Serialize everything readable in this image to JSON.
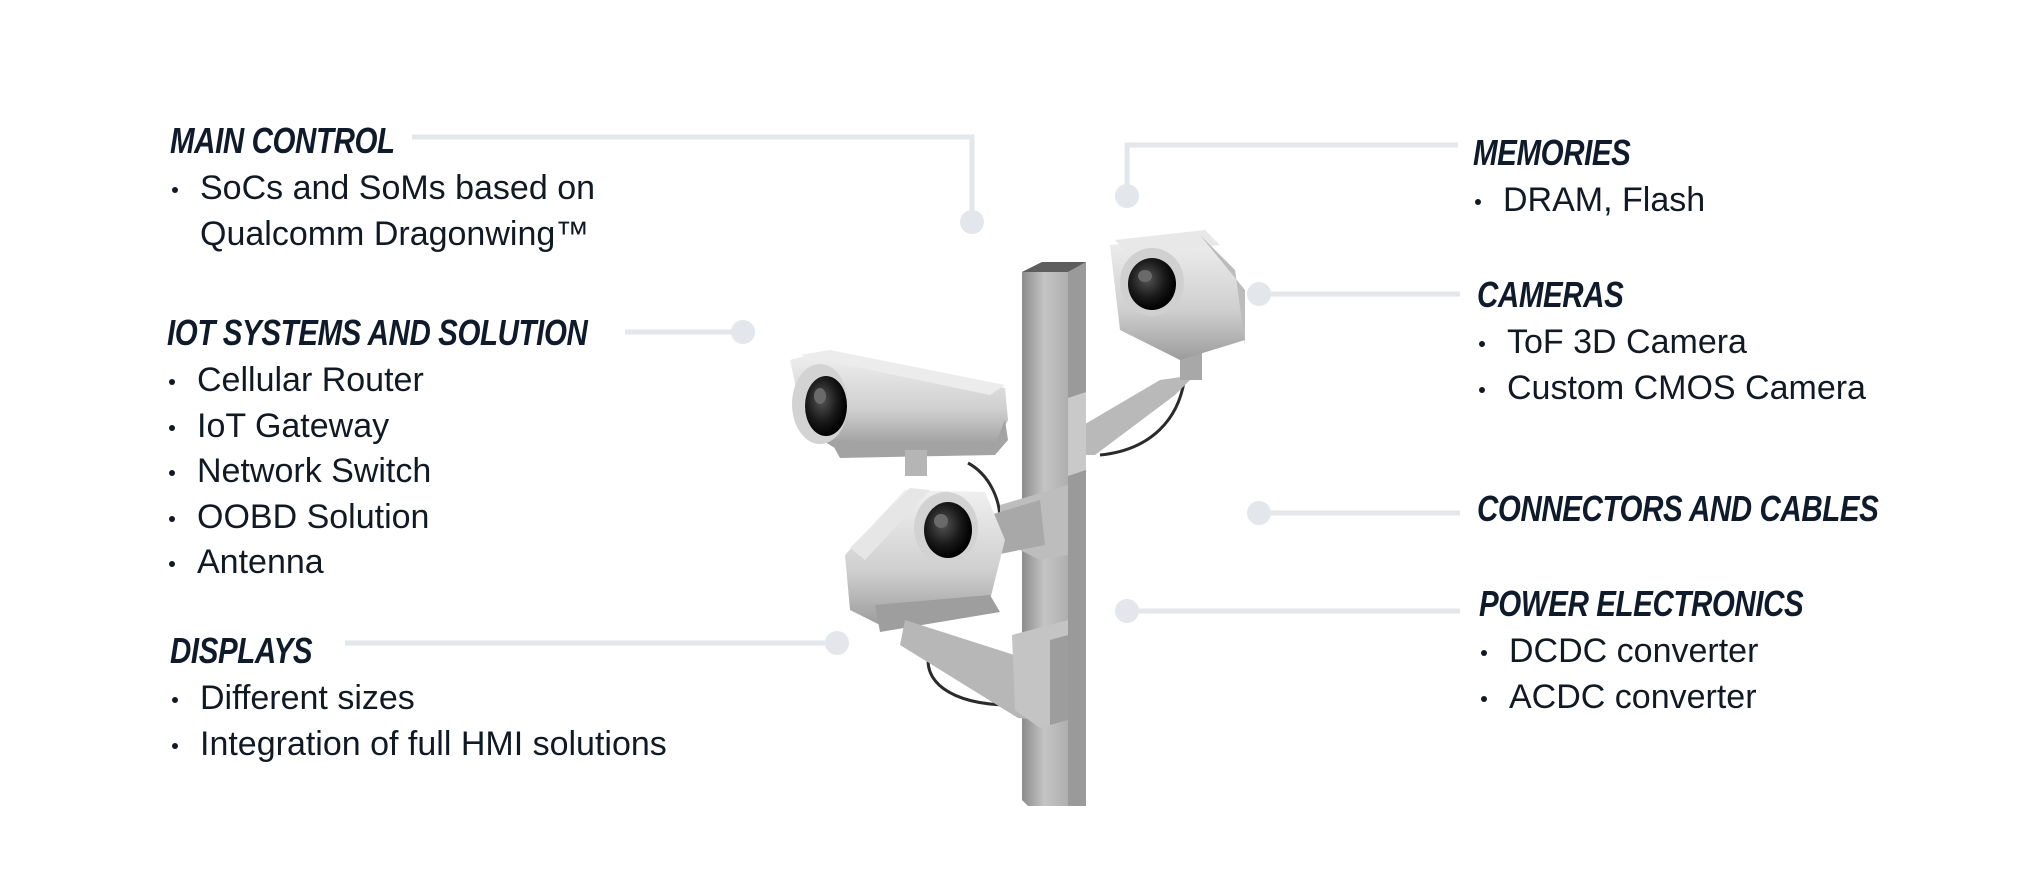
{
  "groups": {
    "main_control": {
      "title": "MAIN CONTROL",
      "items": [
        "SoCs and SoMs based on",
        "Qualcomm Dragonwing™"
      ]
    },
    "iot": {
      "title": "IOT SYSTEMS AND SOLUTION",
      "items": [
        "Cellular Router",
        "IoT Gateway",
        "Network Switch",
        "OOBD Solution",
        "Antenna"
      ]
    },
    "displays": {
      "title": "DISPLAYS",
      "items": [
        "Different sizes",
        "Integration of full HMI solutions"
      ]
    },
    "memories": {
      "title": "MEMORIES",
      "items": [
        "DRAM, Flash"
      ]
    },
    "cameras": {
      "title": "CAMERAS",
      "items": [
        "ToF 3D Camera",
        "Custom CMOS Camera"
      ]
    },
    "connectors": {
      "title": "CONNECTORS AND CABLES",
      "items": []
    },
    "power": {
      "title": "POWER ELECTRONICS",
      "items": [
        "DCDC converter",
        "ACDC converter"
      ]
    }
  },
  "colors": {
    "heading": "#0f1b2a",
    "text": "#111a24",
    "connector_line": "#e2e5ea",
    "pole": "#a9a9a9",
    "camera_body": "#d9d9d9"
  }
}
